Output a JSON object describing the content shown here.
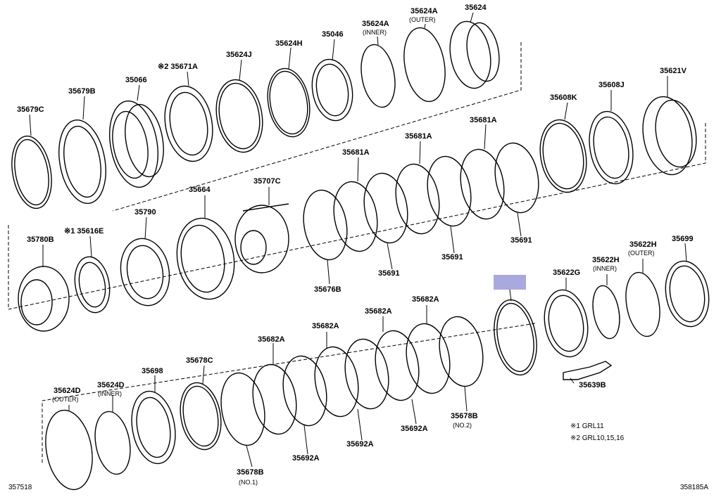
{
  "diagram": {
    "highlight_color": "#a9a8df",
    "labels": {
      "p35624": "35624",
      "p35624A_outer": "35624A",
      "p35624A_outer_sub": "(OUTER)",
      "p35624A_inner": "35624A",
      "p35624A_inner_sub": "(INNER)",
      "p35046": "35046",
      "p35624H": "35624H",
      "p35624J": "35624J",
      "p35671A": "※2 35671A",
      "p35066": "35066",
      "p35679B": "35679B",
      "p35679C": "35679C",
      "p35621V": "35621V",
      "p35608J": "35608J",
      "p35608K": "35608K",
      "p35681A_1": "35681A",
      "p35681A_2": "35681A",
      "p35681A_3": "35681A",
      "p35707C": "35707C",
      "p35664": "35664",
      "p35790": "35790",
      "p35616E": "※1 35616E",
      "p35780B": "35780B",
      "p35676B": "35676B",
      "p35691_1": "35691",
      "p35691_2": "35691",
      "p35691_3": "35691",
      "p35699": "35699",
      "p35622H_outer": "35622H",
      "p35622H_outer_sub": "(OUTER)",
      "p35622H_inner": "35622H",
      "p35622H_inner_sub": "(INNER)",
      "p35622G": "35622G",
      "p35639B": "35639B",
      "p35682A_1": "35682A",
      "p35682A_2": "35682A",
      "p35682A_3": "35682A",
      "p35682A_4": "35682A",
      "p35678B_no2": "35678B",
      "p35678B_no2_sub": "(NO.2)",
      "p35678B_no1": "35678B",
      "p35678B_no1_sub": "(NO.1)",
      "p35692A_1": "35692A",
      "p35692A_2": "35692A",
      "p35692A_3": "35692A",
      "p35678C": "35678C",
      "p35698": "35698",
      "p35624D_inner": "35624D",
      "p35624D_inner_sub": "(INNER)",
      "p35624D_outer": "35624D",
      "p35624D_outer_sub": "(OUTER)"
    },
    "notes": {
      "note1": "※1  GRL11",
      "note2": "※2  GRL10,15,16"
    },
    "footer": {
      "left": "357518",
      "right": "358185A"
    }
  }
}
